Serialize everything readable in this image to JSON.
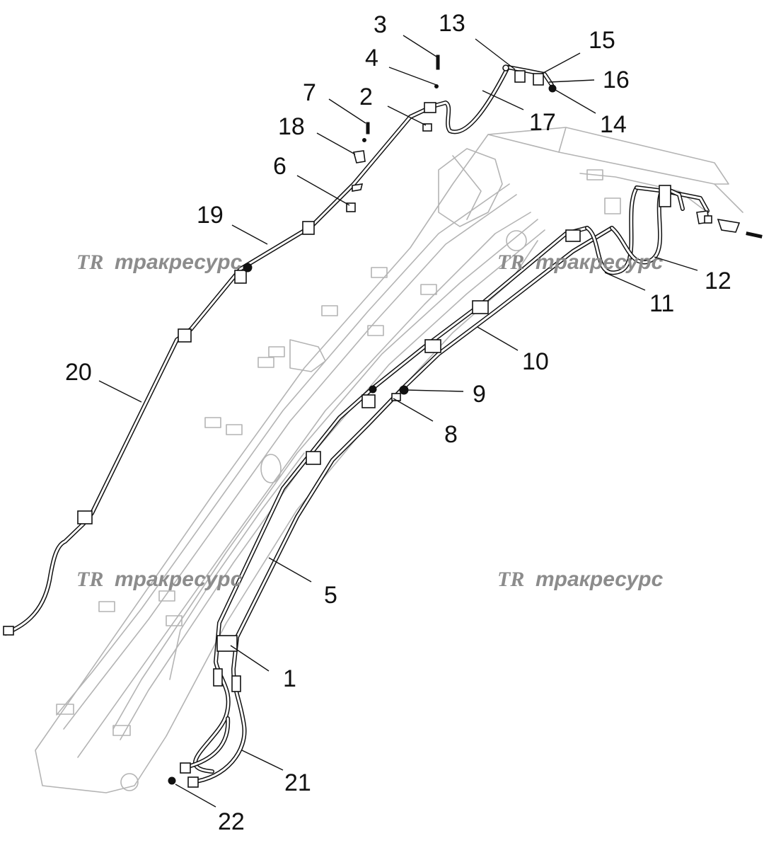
{
  "diagram": {
    "callouts": [
      {
        "label": "1"
      },
      {
        "label": "2"
      },
      {
        "label": "3"
      },
      {
        "label": "4"
      },
      {
        "label": "5"
      },
      {
        "label": "6"
      },
      {
        "label": "7"
      },
      {
        "label": "8"
      },
      {
        "label": "9"
      },
      {
        "label": "10"
      },
      {
        "label": "11"
      },
      {
        "label": "12"
      },
      {
        "label": "13"
      },
      {
        "label": "14"
      },
      {
        "label": "15"
      },
      {
        "label": "16"
      },
      {
        "label": "17"
      },
      {
        "label": "18"
      },
      {
        "label": "19"
      },
      {
        "label": "20"
      },
      {
        "label": "21"
      },
      {
        "label": "22"
      }
    ],
    "watermark": {
      "logo": "TR",
      "text": "тракресурс"
    },
    "colors": {
      "pipe": "#111111",
      "boom_outline": "#b4b4b4",
      "watermark": "#8c8c8c",
      "background": "#ffffff"
    }
  }
}
